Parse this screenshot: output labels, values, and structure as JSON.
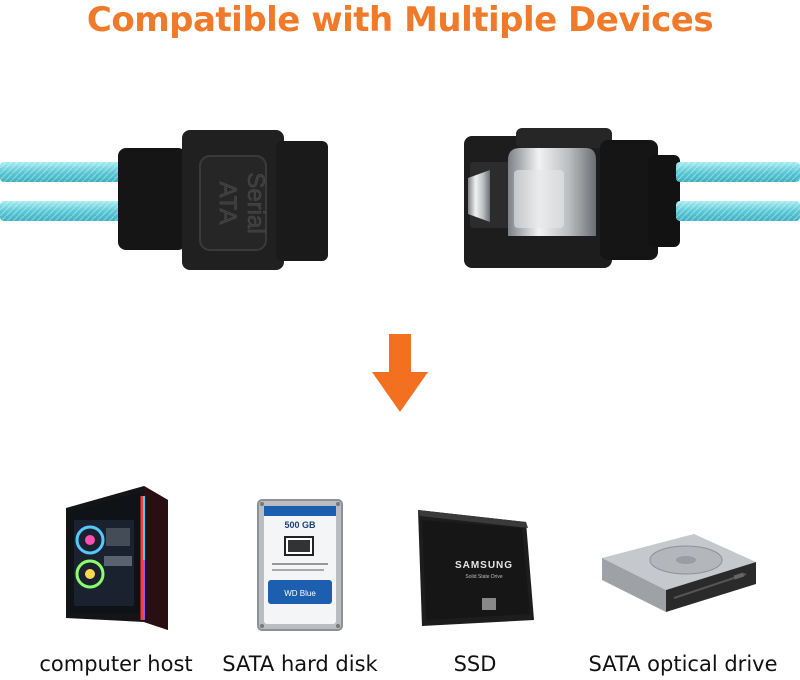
{
  "title": "Compatible with Multiple Devices",
  "connector": {
    "embossed_text_line1": "Serial",
    "embossed_text_line2": "ATA",
    "cable_color": "#6fd3de",
    "connector_color": "#1c1c1c"
  },
  "arrow": {
    "icon": "arrow-down-icon",
    "color": "#f37021"
  },
  "devices": [
    {
      "icon": "computer-case-icon",
      "label": "computer host"
    },
    {
      "icon": "hard-disk-icon",
      "label": "SATA hard disk",
      "sticker_capacity": "500 GB",
      "sticker_brand": "WD Blue"
    },
    {
      "icon": "ssd-icon",
      "label": "SSD",
      "brand": "SAMSUNG",
      "subtitle": "Solid State Drive"
    },
    {
      "icon": "optical-drive-icon",
      "label": "SATA optical drive"
    }
  ],
  "colors": {
    "accent": "#f07a2a",
    "text": "#111111",
    "background": "#ffffff"
  }
}
